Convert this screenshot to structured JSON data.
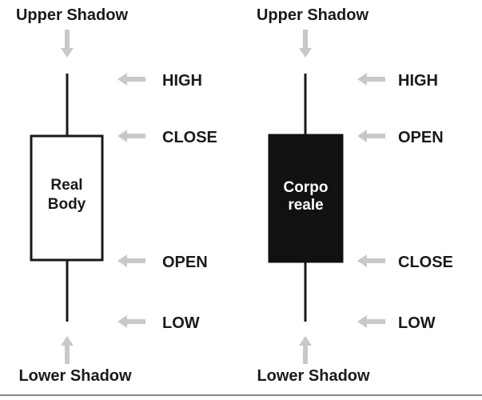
{
  "colors": {
    "stroke": "#1a1a1a",
    "arrow": "#c8c8c8",
    "bullish_body_fill": "#ffffff",
    "bearish_body_fill": "#111111",
    "bearish_body_text": "#ffffff",
    "bottom_rule": "#888888"
  },
  "bullish": {
    "upper_shadow": "Upper Shadow",
    "lower_shadow": "Lower Shadow",
    "high": "HIGH",
    "top_price": "CLOSE",
    "bottom_price": "OPEN",
    "low": "LOW",
    "body_line1": "Real",
    "body_line2": "Body"
  },
  "bearish": {
    "upper_shadow": "Upper Shadow",
    "lower_shadow": "Lower Shadow",
    "high": "HIGH",
    "top_price": "OPEN",
    "bottom_price": "CLOSE",
    "low": "LOW",
    "body_line1": "Corpo",
    "body_line2": "reale"
  }
}
